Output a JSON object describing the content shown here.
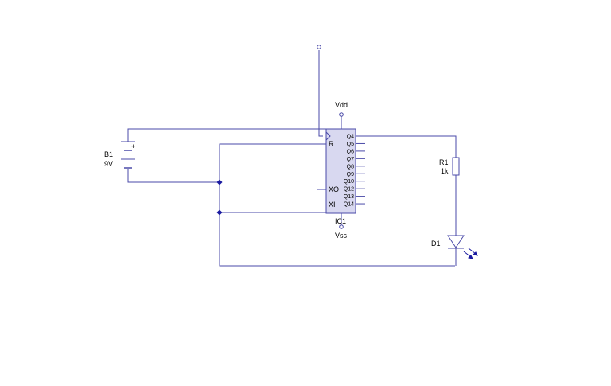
{
  "colors": {
    "wire": "#4a4aa8",
    "ic_fill": "#d8d8f0",
    "junction": "#1a1aa0",
    "text": "#000000"
  },
  "battery": {
    "ref": "B1",
    "value": "9V",
    "plus": "+"
  },
  "ic": {
    "ref": "IC1",
    "vdd": "Vdd",
    "vss": "Vss",
    "left_pins": {
      "reset": "R",
      "xo": "XO",
      "xi": "XI"
    },
    "outputs": [
      "Q4",
      "Q5",
      "Q6",
      "Q7",
      "Q8",
      "Q9",
      "Q10",
      "Q12",
      "Q13",
      "Q14"
    ]
  },
  "resistor": {
    "ref": "R1",
    "value": "1k"
  },
  "led": {
    "ref": "D1"
  }
}
